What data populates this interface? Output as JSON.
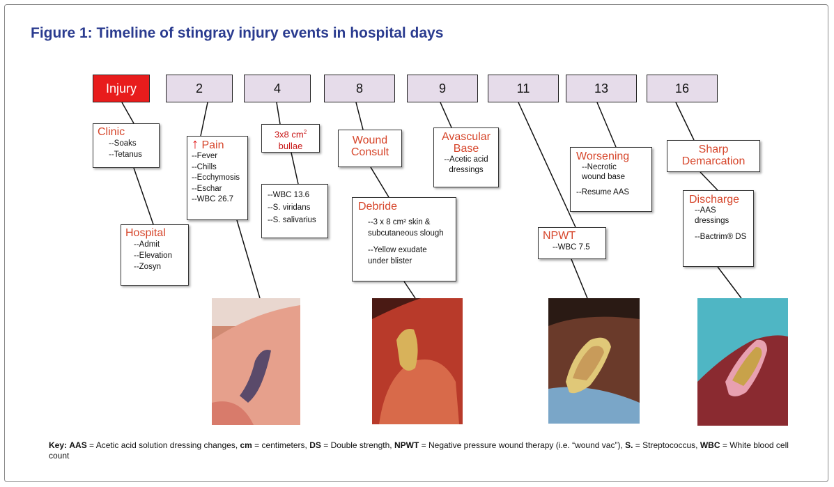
{
  "figure": {
    "title": "Figure 1: Timeline of stingray injury events in hospital days"
  },
  "timeline": {
    "days": [
      "Injury",
      "2",
      "4",
      "8",
      "9",
      "11",
      "13",
      "16"
    ]
  },
  "events": {
    "clinic": {
      "title": "Clinic",
      "items": [
        "--Soaks",
        "--Tetanus"
      ]
    },
    "hospital": {
      "title": "Hospital",
      "items": [
        "--Admit",
        "--Elevation",
        "--Zosyn"
      ]
    },
    "pain": {
      "arrow": "↑",
      "title": "Pain",
      "items": [
        "--Fever",
        "--Chills",
        "--Ecchymosis",
        "--Eschar",
        "--WBC 26.7"
      ]
    },
    "bullae": {
      "line1": "3x8 cm",
      "sup": "2",
      "line2": "bullae"
    },
    "labs4": {
      "items": [
        "--WBC 13.6",
        "--S. viridans",
        "--S. salivarius"
      ]
    },
    "wound_consult": {
      "title_line1": "Wound",
      "title_line2": "Consult"
    },
    "debride": {
      "title": "Debride",
      "items": [
        "--3 x 8 cm² skin &",
        "subcutaneous slough",
        "--Yellow exudate",
        "under blister"
      ]
    },
    "avascular": {
      "title_line1": "Avascular",
      "title_line2": "Base",
      "items": [
        "--Acetic acid",
        "dressings"
      ]
    },
    "npwt": {
      "title": "NPWT",
      "items": [
        "--WBC 7.5"
      ]
    },
    "worsening": {
      "title": "Worsening",
      "items": [
        "--Necrotic",
        "wound base",
        "--Resume AAS"
      ]
    },
    "sharp": {
      "title_line1": "Sharp",
      "title_line2": "Demarcation"
    },
    "discharge": {
      "title": "Discharge",
      "items": [
        "--AAS",
        "dressings",
        "--Bactrim® DS"
      ]
    }
  },
  "key": {
    "label": "Key:",
    "entries": [
      {
        "term": "AAS",
        "desc": " = Acetic acid solution dressing changes, "
      },
      {
        "term": "cm",
        "desc": " = centimeters, "
      },
      {
        "term": "DS",
        "desc": " = Double strength, "
      },
      {
        "term": "NPWT",
        "desc": " = Negative pressure wound therapy (i.e. “wound vac”), "
      },
      {
        "term": "S.",
        "desc": " = Streptococcus, "
      },
      {
        "term": "WBC",
        "desc": " = White blood cell count"
      }
    ]
  },
  "colors": {
    "title": "#2a3b8f",
    "injury_box": "#e81c1c",
    "day_box": "#e6dcea",
    "event_title": "#d6452a"
  }
}
